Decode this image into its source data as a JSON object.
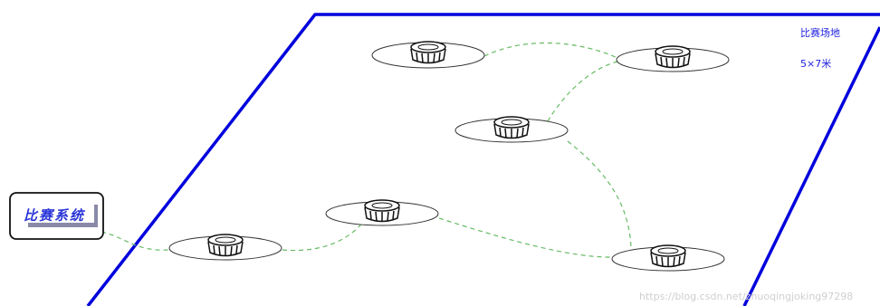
{
  "field": {
    "title": "比赛场地",
    "size": "5×7米"
  },
  "system_label": "比赛系统",
  "watermark": "https://blog.csdn.net/zhuoqingjoking97298",
  "colors": {
    "boundary": "#0000dd",
    "path": "#66bb66",
    "label_text": "#2a35d8",
    "field_text": "#2020e0",
    "watermark": "#cfcfcf"
  },
  "icons": {
    "station": "puck-icon"
  }
}
